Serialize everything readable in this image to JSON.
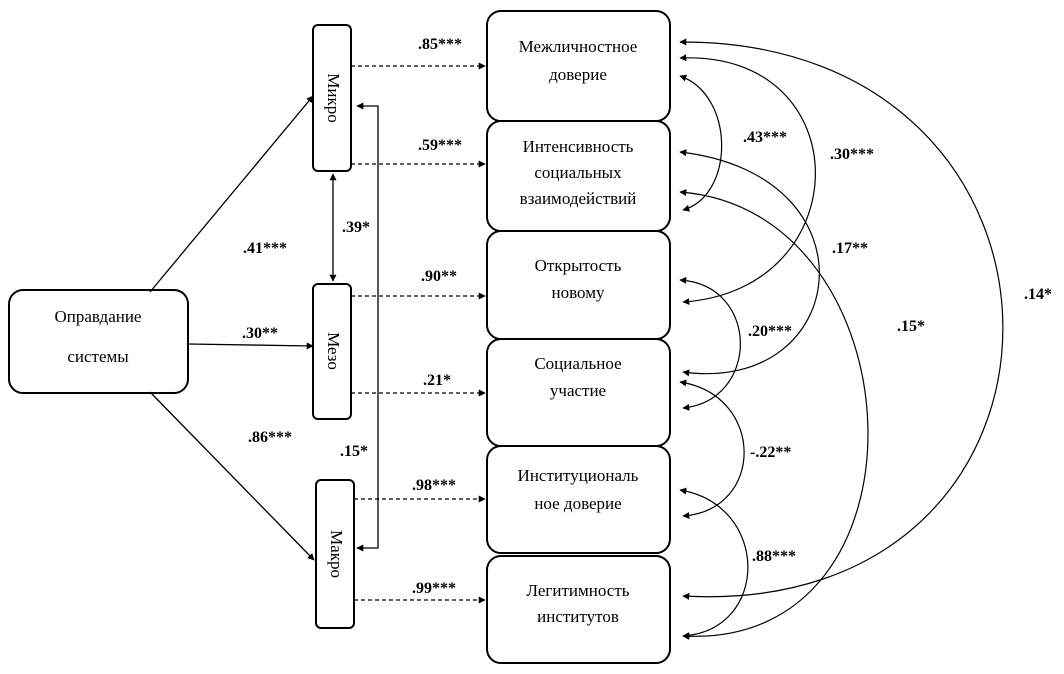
{
  "source": {
    "line1": "Оправдание",
    "line2": "системы"
  },
  "levels": {
    "micro": "Микро",
    "meso": "Мезо",
    "macro": "Макро"
  },
  "targets": [
    {
      "lines": [
        "Межличностное",
        "доверие"
      ]
    },
    {
      "lines": [
        "Интенсивность",
        "социальных",
        "взаимодействий"
      ]
    },
    {
      "lines": [
        "Открытость",
        "новому"
      ]
    },
    {
      "lines": [
        "Социальное",
        "участие"
      ]
    },
    {
      "lines": [
        "Институциональ",
        "ное доверие"
      ]
    },
    {
      "lines": [
        "Легитимность",
        "институтов"
      ]
    }
  ],
  "paths": {
    "source_micro": ".41***",
    "source_meso": ".30**",
    "source_macro": ".86***",
    "micro_meso": ".39*",
    "micro_macro": ".15*",
    "micro_t1": ".85***",
    "micro_t2": ".59***",
    "meso_t3": ".90**",
    "meso_t4": ".21*",
    "macro_t5": ".98***",
    "macro_t6": ".99***"
  },
  "correlations": {
    "t1_t2": ".43***",
    "t1_t3": ".30***",
    "t2_t4": ".17**",
    "t2_t6": ".15*",
    "t1_t6": ".14*",
    "t3_t4": ".20***",
    "t4_t5": "-.22**",
    "t5_t6": ".88***"
  }
}
